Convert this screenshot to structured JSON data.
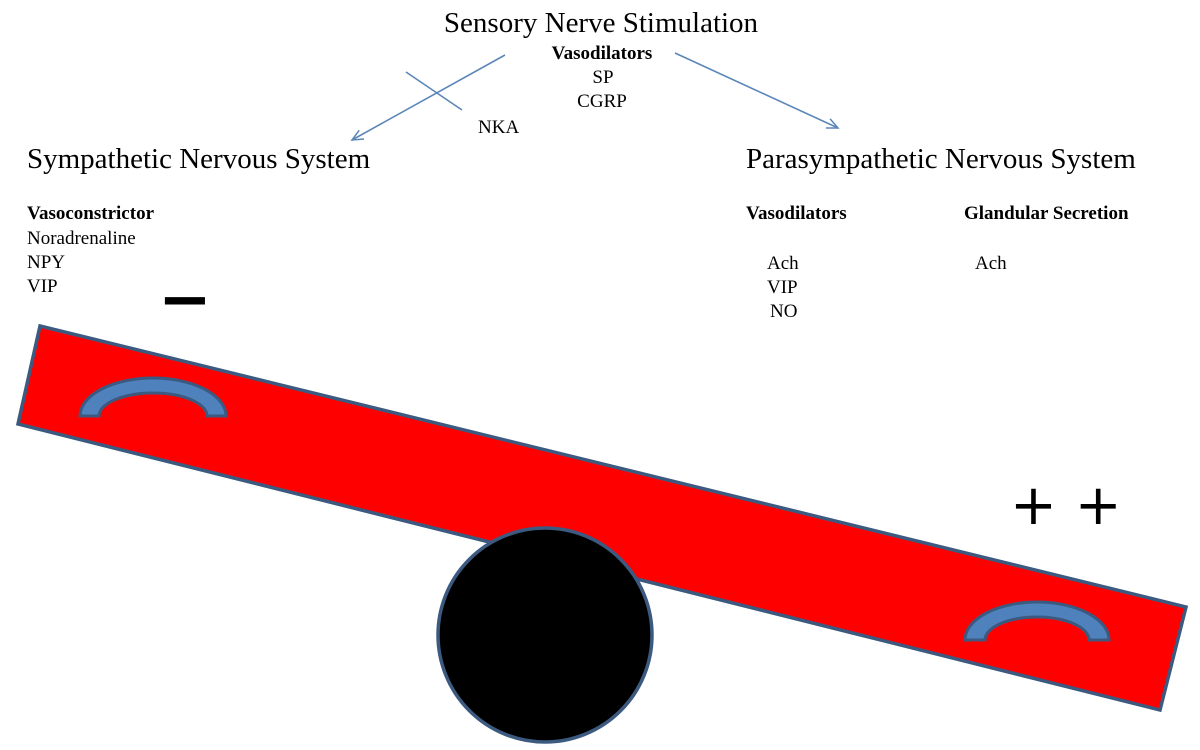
{
  "title": "Sensory Nerve Stimulation",
  "sensory": {
    "heading": "Vasodilators",
    "items": [
      "SP",
      "CGRP"
    ],
    "blocked": "NKA"
  },
  "sympathetic": {
    "title": "Sympathetic Nervous System",
    "heading": "Vasoconstrictor",
    "items": [
      "Noradrenaline",
      "NPY",
      "VIP"
    ],
    "sign": "−"
  },
  "parasympathetic": {
    "title": "Parasympathetic Nervous System",
    "vasodilators": {
      "heading": "Vasodilators",
      "items": [
        "Ach",
        "VIP",
        "NO"
      ]
    },
    "glandular": {
      "heading": "Glandular Secretion",
      "items": [
        "Ach"
      ]
    },
    "sign": "+ +"
  },
  "colors": {
    "beam": "#ff0000",
    "beam_border": "#3c5a80",
    "arrow": "#5b86b8",
    "grip": "#4f81bd",
    "fulcrum": "#000000"
  }
}
